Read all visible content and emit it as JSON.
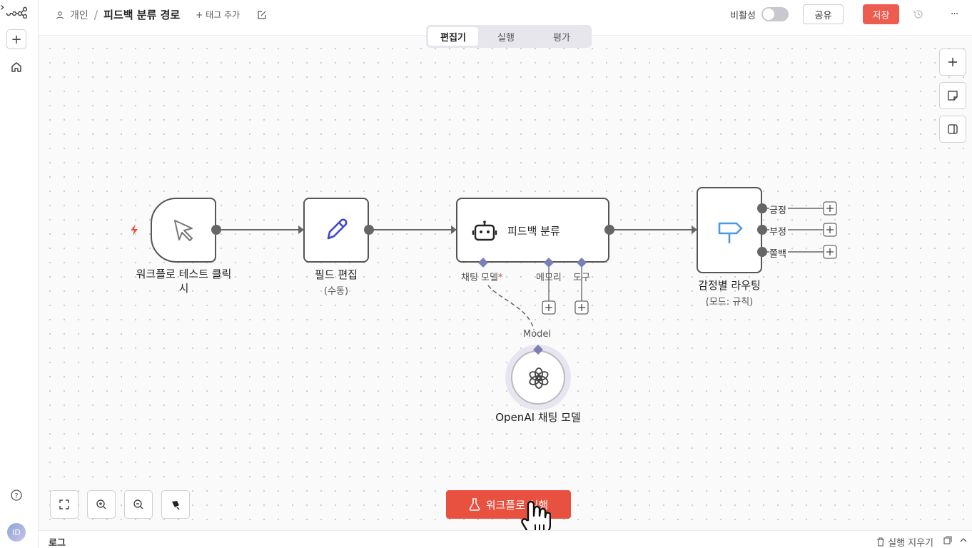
{
  "header": {
    "owner": "개인",
    "separator": "/",
    "workflow_title": "피드백 분류 경로",
    "add_tag": "+ 태그 추가",
    "visibility_label": "비활성",
    "share_label": "공유",
    "save_label": "저장",
    "more_label": "···"
  },
  "tabs": [
    {
      "label": "편집기",
      "active": true
    },
    {
      "label": "실행",
      "active": false
    },
    {
      "label": "평가",
      "active": false
    }
  ],
  "nodes": {
    "trigger": {
      "label": "워크플로 테스트 클릭",
      "label2": "시",
      "icon": "cursor-icon"
    },
    "edit_fields": {
      "label": "필드 편집",
      "sub": "(수동)",
      "icon": "pencil-icon"
    },
    "classifier": {
      "label": "피드백 분류",
      "icon": "robot-icon",
      "ports": {
        "chat_model": "채팅 모델",
        "required_mark": "*",
        "memory": "메모리",
        "tools": "도구"
      }
    },
    "router": {
      "label": "감정별 라우팅",
      "sub": "(모드: 규칙)",
      "icon": "signpost-icon",
      "outputs": [
        "긍정",
        "부정",
        "쫄백"
      ]
    },
    "openai": {
      "label": "OpenAI 채팅 모델",
      "port_label": "Model",
      "icon": "openai-icon"
    }
  },
  "run_button": {
    "label": "워크플로 실행"
  },
  "log": {
    "title": "로그",
    "clear_label": "실행 지우기"
  },
  "user": {
    "initials": "ID"
  },
  "colors": {
    "accent": "#ee5b4f",
    "port": "#7a7fb5",
    "trigger": "#e8503f"
  }
}
